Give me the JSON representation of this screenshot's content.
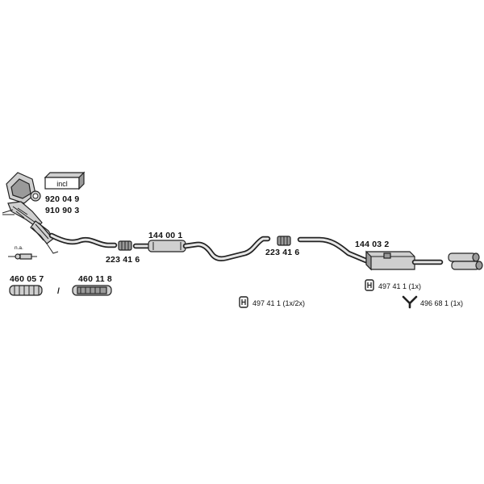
{
  "parts": {
    "cat_kit_1": "920 04 9",
    "cat_kit_2": "910 90 3",
    "kit_label": "incl",
    "na_label": "n.a.",
    "flex_left": "460 05 7",
    "separator": "/",
    "flex_right": "460 11 8",
    "clamp_left": "223 41 6",
    "middle_silencer": "144 00 1",
    "clamp_right": "223 41 6",
    "rear_silencer": "144 03 2",
    "rubber_mount_rear": "497 41 1 (1x)",
    "rubber_mount_mid": "497 41 1 (1x/2x)",
    "tailpipe_trim": "496 68 1 (1x)"
  },
  "colors": {
    "ink": "#222222",
    "metal": "#cfcfcf",
    "metal_dark": "#9a9a9a"
  },
  "icons": [
    "catalytic-converter-icon",
    "kit-box-icon",
    "lambda-sensor-icon",
    "flex-pipe-icon",
    "clamp-icon",
    "rubber-mount-icon",
    "y-hanger-icon",
    "twin-tailpipe-icon"
  ]
}
